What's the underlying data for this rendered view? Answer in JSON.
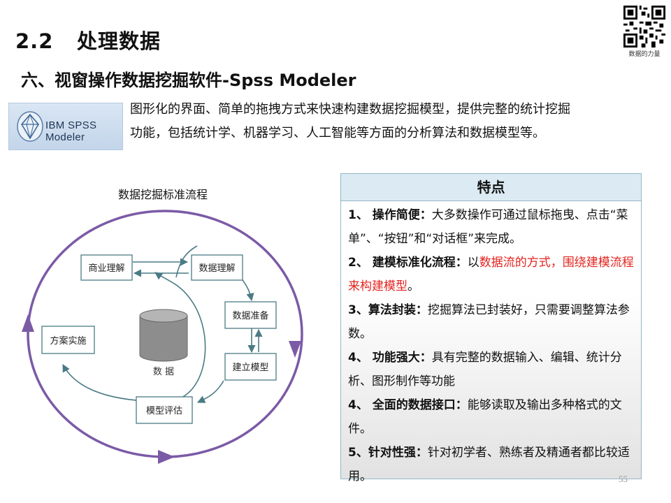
{
  "slide": {
    "number": "2.2",
    "title": "处理数据",
    "subtitle": "六、视窗操作数据挖掘软件-Spss Modeler",
    "page_number": "55"
  },
  "brand": {
    "qr_caption": "数据的力量",
    "logo_text": "IBM SPSS Modeler"
  },
  "intro": {
    "line1": "图形化的界面、简单的拖拽方式来快速构建数据挖掘模型，提供完整的统计挖掘",
    "line2": "功能，包括统计学、机器学习、人工智能等方面的分析算法和数据模型等。"
  },
  "diagram": {
    "title": "数据挖掘标准流程",
    "nodes": {
      "business": "商业理解",
      "data_understanding": "数据理解",
      "data_preparation": "数据准备",
      "modeling": "建立模型",
      "evaluation": "模型评估",
      "deployment": "方案实施",
      "data": "数  据"
    }
  },
  "features": {
    "heading": "特点",
    "items": [
      {
        "label": "1、 操作简便：",
        "text": "大多数操作可通过鼠标拖曳、点击“菜单”、“按钮”和“对话框”来完成。",
        "highlight": ""
      },
      {
        "label": "2、 建模标准化流程：",
        "text_before": "以",
        "highlight": "数据流的方式，围绕建模流程来构建模型",
        "text_after": "。"
      },
      {
        "label": "3、算法封装：",
        "text": "挖掘算法已封装好，只需要调整算法参数。"
      },
      {
        "label": "4、 功能强大：",
        "text": "具有完整的数据输入、编辑、统计分析、图形制作等功能"
      },
      {
        "label": "4、 全面的数据接口：",
        "text": "能够读取及输出多种格式的文件。"
      },
      {
        "label": "5、针对性强：",
        "text": "针对初学者、熟练者及精通者都比较适用。"
      }
    ]
  },
  "colors": {
    "accent_red": "#e3231e",
    "cycle_purple": "#7b5aa6",
    "box_teal": "#4a7b85",
    "panel_header": "#dcebf3"
  }
}
